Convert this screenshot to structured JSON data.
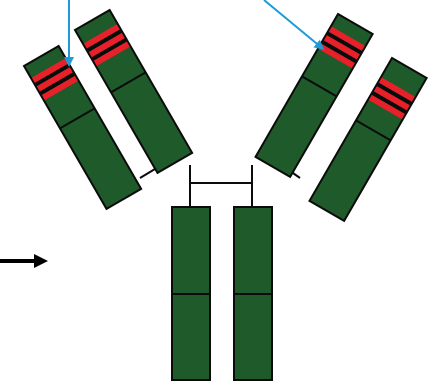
{
  "diagram": {
    "subject": "antibody",
    "colors": {
      "background": "#ffffff",
      "chain_fill": "#1f5a2a",
      "chain_stroke": "#0b0b0b",
      "variable_band_red": "#e8202a",
      "variable_band_black": "#0b0b0b",
      "pointer_arrow": "#1e9bd7",
      "side_arrow": "#000000"
    },
    "parts": {
      "heavy_chains": 2,
      "light_chains": 2,
      "arms": 2,
      "variable_bands_per_arm": 2,
      "pointer_arrows": 2,
      "side_arrows": 1
    }
  }
}
